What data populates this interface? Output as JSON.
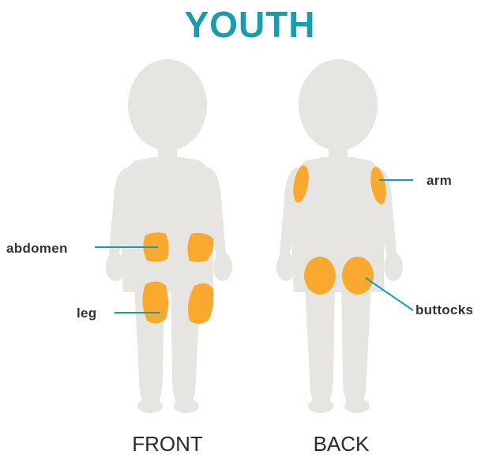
{
  "title": "YOUTH",
  "views": {
    "front": "FRONT",
    "back": "BACK"
  },
  "callouts": {
    "abdomen": "abdomen",
    "leg": "leg",
    "arm": "arm",
    "buttocks": "buttocks"
  },
  "colors": {
    "title": "#1a9cae",
    "body": "#e7e5e1",
    "site": "#f9aa2e",
    "line": "#1a9cae"
  }
}
